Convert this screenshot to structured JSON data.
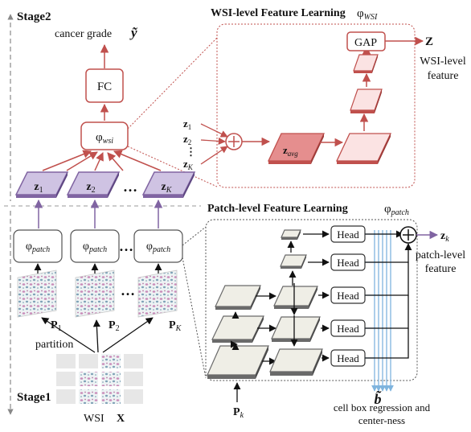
{
  "stages": {
    "top": "Stage2",
    "bottom": "Stage1"
  },
  "output": {
    "text": "cancer grade",
    "symbol": "ỹ"
  },
  "fc": {
    "label": "FC"
  },
  "phi_wsi": {
    "symbol": "φ",
    "subscript": "wsi"
  },
  "phi_patch": {
    "symbol": "φ",
    "subscript": "patch"
  },
  "z_boxes": [
    {
      "base": "z",
      "sub": "1"
    },
    {
      "base": "z",
      "sub": "2"
    },
    {
      "base": "z",
      "sub": "K"
    }
  ],
  "ellipsis": "…",
  "patches": [
    {
      "base": "P",
      "sub": "1"
    },
    {
      "base": "P",
      "sub": "2"
    },
    {
      "base": "P",
      "sub": "K"
    }
  ],
  "partition": "partition",
  "wsi": {
    "label": "WSI",
    "symbol": "X"
  },
  "wsi_panel": {
    "title": "WSI-level Feature Learning",
    "title_symbol": "φ",
    "title_sub": "WSI",
    "inputs": [
      {
        "base": "z",
        "sub": "1"
      },
      {
        "base": "z",
        "sub": "2"
      },
      {
        "base": "z",
        "sub": "K"
      }
    ],
    "vdots": "⋮",
    "plus": "+",
    "zavg": {
      "base": "z",
      "sub": "avg"
    },
    "gap": "GAP",
    "out_symbol": "Z",
    "out_label_1": "WSI-level",
    "out_label_2": "feature"
  },
  "patch_panel": {
    "title": "Patch-level Feature Learning",
    "title_symbol": "φ",
    "title_sub": "patch",
    "heads": [
      "Head",
      "Head",
      "Head",
      "Head",
      "Head"
    ],
    "plus": "+",
    "out": {
      "base": "z",
      "sub": "k"
    },
    "out_label_1": "patch-level",
    "out_label_2": "feature",
    "input": {
      "base": "P",
      "sub": "k"
    },
    "btilde": "b̃",
    "reg_1": "cell box regression and",
    "reg_2": "center-ness"
  },
  "colors": {
    "red": "#c0504d",
    "red_fill_light": "#fbe3e3",
    "red_fill_dark": "#e58e8e",
    "purple": "#8064a2",
    "purple_fill": "#cfc3e3",
    "gray_fill": "#efeee6",
    "gray_dark": "#6a6a6a",
    "blue": "#7fb4de",
    "pink": "#c98bb9",
    "teal": "#7fa2b7"
  }
}
